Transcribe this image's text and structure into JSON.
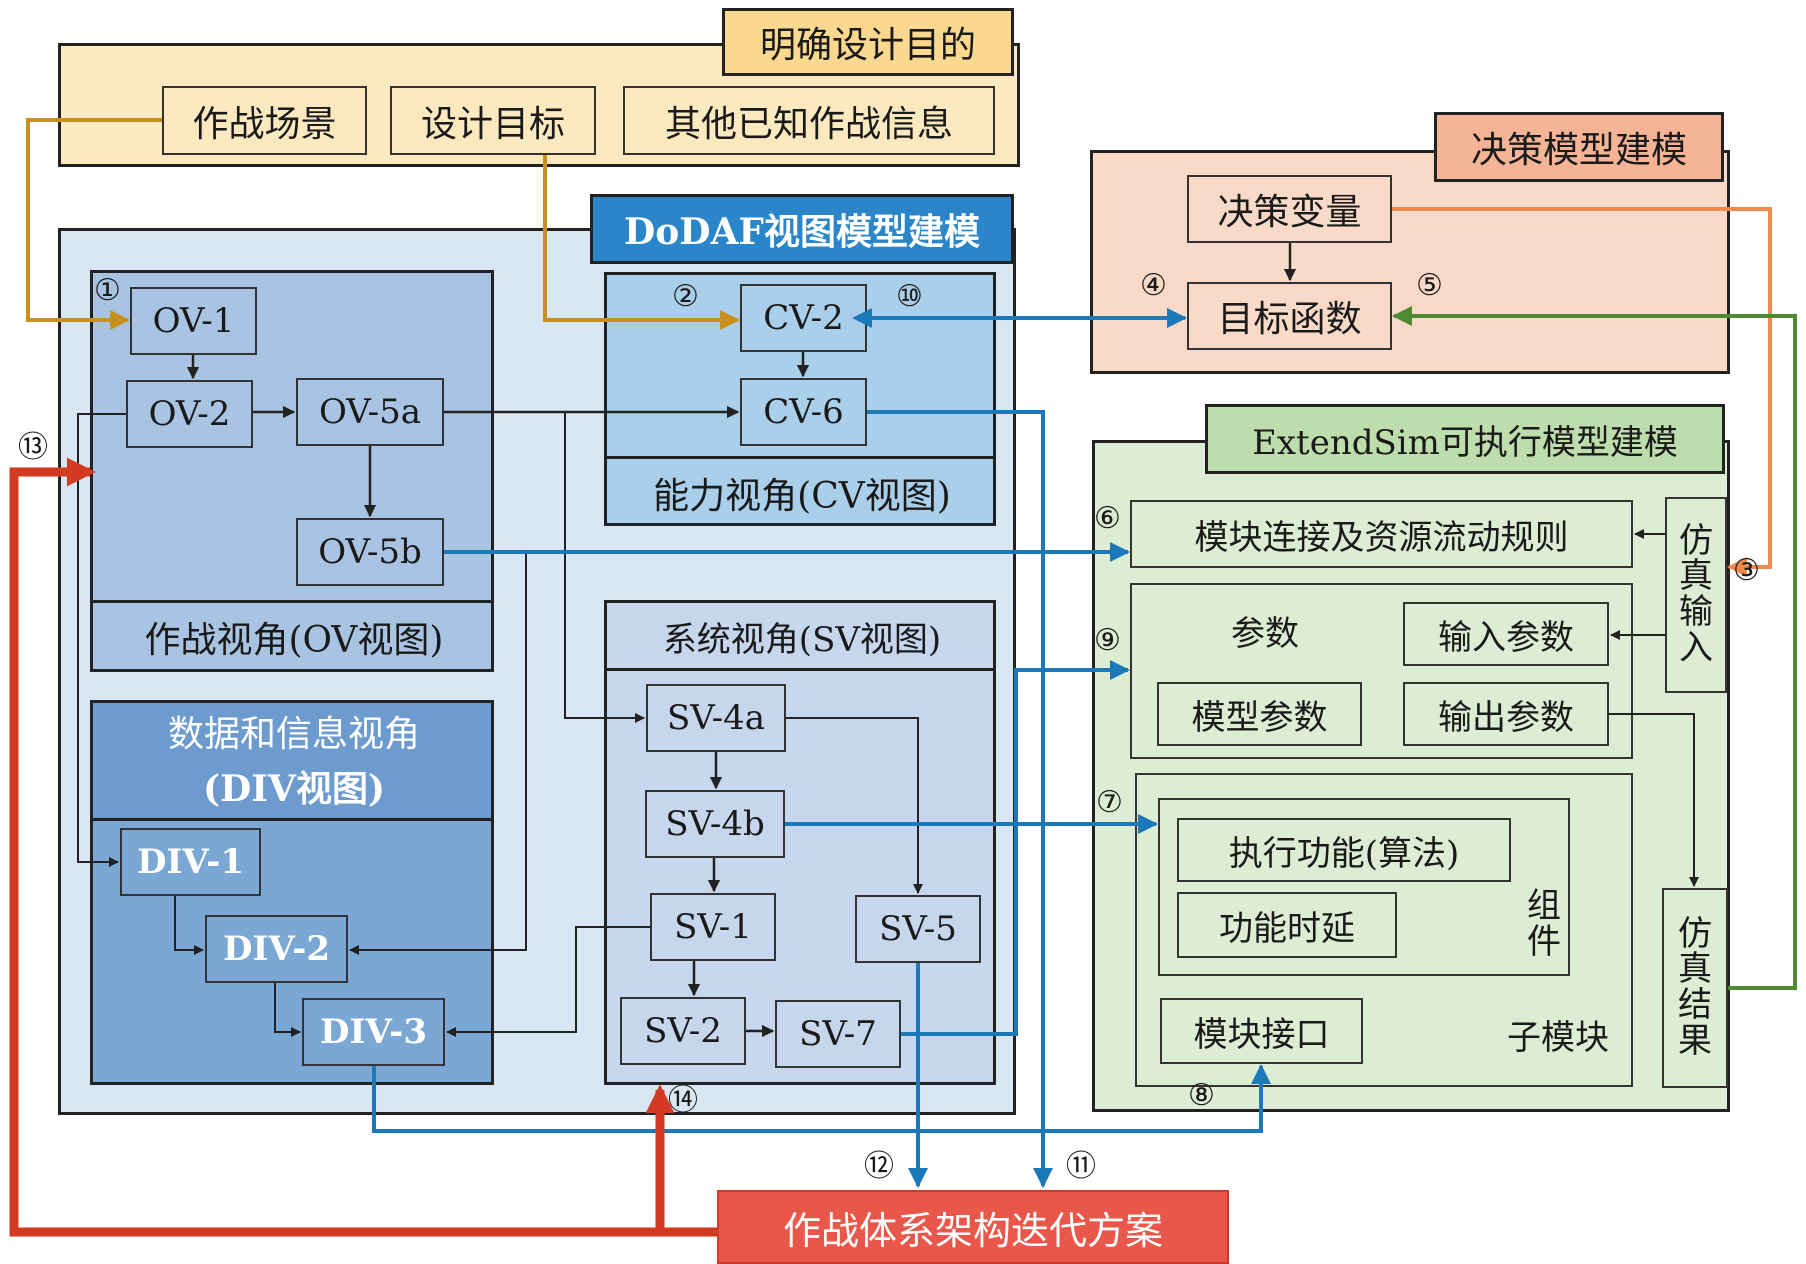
{
  "purpose": {
    "title": "明确设计目的",
    "scenario": "作战场景",
    "goal": "设计目标",
    "other_info": "其他已知作战信息"
  },
  "dodaf": {
    "title": "DoDAF视图模型建模",
    "ov": {
      "caption": "作战视角(OV视图)",
      "ov1": "OV-1",
      "ov2": "OV-2",
      "ov5a": "OV-5a",
      "ov5b": "OV-5b"
    },
    "cv": {
      "caption": "能力视角(CV视图)",
      "cv2": "CV-2",
      "cv6": "CV-6"
    },
    "div": {
      "title_line1": "数据和信息视角",
      "title_line2": "(DIV视图)",
      "div1": "DIV-1",
      "div2": "DIV-2",
      "div3": "DIV-3"
    },
    "sv": {
      "title": "系统视角(SV视图)",
      "sv4a": "SV-4a",
      "sv4b": "SV-4b",
      "sv1": "SV-1",
      "sv5": "SV-5",
      "sv2": "SV-2",
      "sv7": "SV-7"
    }
  },
  "decision": {
    "title": "决策模型建模",
    "variable": "决策变量",
    "objective": "目标函数"
  },
  "extendsim": {
    "title": "ExtendSim可执行模型建模",
    "rules": "模块连接及资源流动规则",
    "params": "参数",
    "input_params": "输入参数",
    "model_params": "模型参数",
    "output_params": "输出参数",
    "exec_func": "执行功能(算法)",
    "func_delay": "功能时延",
    "component": "组件",
    "interface": "模块接口",
    "submodule": "子模块",
    "sim_input": "仿真输入",
    "sim_result": "仿真结果"
  },
  "iteration": "作战体系架构迭代方案",
  "markers": {
    "m1": "①",
    "m2": "②",
    "m3": "③",
    "m4": "④",
    "m5": "⑤",
    "m6": "⑥",
    "m7": "⑦",
    "m8": "⑧",
    "m9": "⑨",
    "m10": "⑩",
    "m11": "⑪",
    "m12": "⑫",
    "m13": "⑬",
    "m14": "⑭"
  },
  "colors": {
    "gold": "#C8901E",
    "blue": "#1B78B9",
    "green": "#4E8A33",
    "orange": "#F08A4B",
    "red": "#D23A22",
    "dark": "#222222"
  }
}
